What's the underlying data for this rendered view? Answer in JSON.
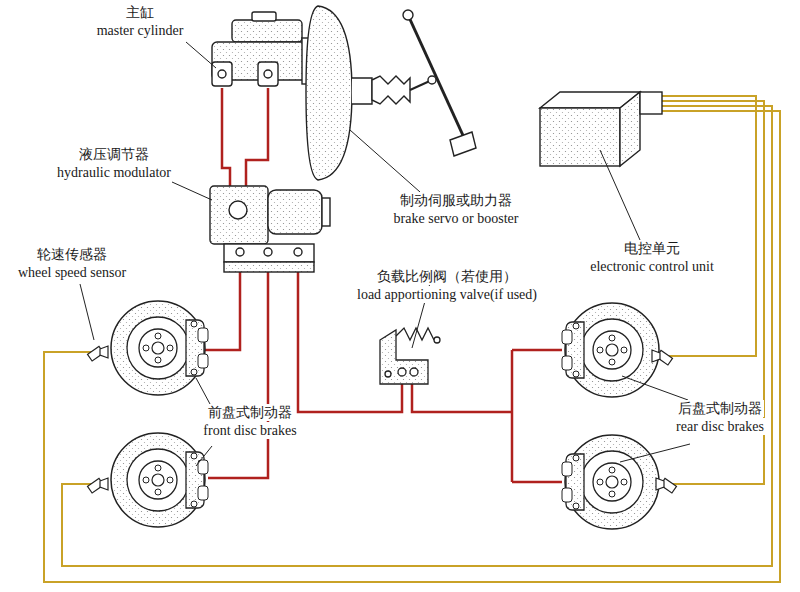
{
  "diagram": {
    "labels": [
      "主缸",
      "master cylinder",
      "液压调节器",
      "hydraulic modulator",
      "轮速传感器",
      "wheel speed sensor",
      "制动伺服或助力器",
      "brake servo or booster",
      "电控单元",
      "electronic control unit",
      "负载比例阀（若使用）",
      "load apportioning valve(if used)",
      "前盘式制动器",
      "front disc brakes",
      "后盘式制动器",
      "rear disc brakes"
    ]
  }
}
